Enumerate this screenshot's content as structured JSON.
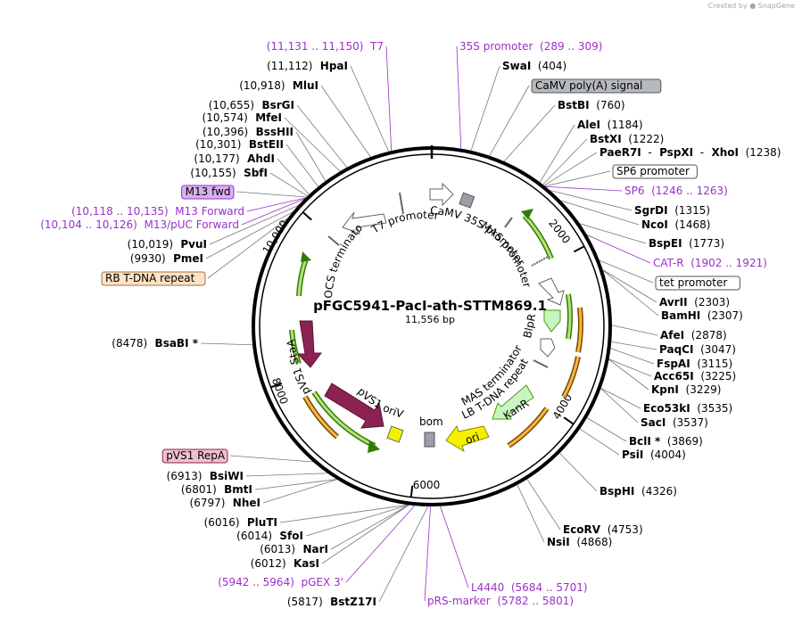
{
  "credit": {
    "prefix": "Created by",
    "brand": "SnapGene"
  },
  "plasmid": {
    "name": "pFGC5941-PacI-ath-STTM869.1",
    "size_label": "11,556 bp",
    "length": 11556
  },
  "colors": {
    "enzyme": "#000000",
    "primer": "#9b30c8",
    "arrow_green": "#4e9a06",
    "arrow_orange": "#c87800",
    "maroon": "#8b2252",
    "kanr": "#c8f5c0",
    "ori": "#f5f000",
    "grey": "#9aa0a6"
  },
  "ticks": [
    {
      "label": "2000",
      "pos": 2000
    },
    {
      "label": "4000",
      "pos": 4000
    },
    {
      "label": "6000",
      "pos": 6000
    },
    {
      "label": "8000",
      "pos": 8000
    },
    {
      "label": "10,000",
      "pos": 10000
    }
  ],
  "features_inner": [
    {
      "name": "OCS terminator",
      "pos": 10450
    },
    {
      "name": "T7 promoter",
      "pos": 11250
    },
    {
      "name": "CaMV 35S promoter",
      "pos": 560
    },
    {
      "name": "MAS promoter",
      "pos": 1550
    },
    {
      "name": "BlpR",
      "pos": 2700
    },
    {
      "name": "MAS terminator",
      "pos": 4700
    },
    {
      "name": "LB T-DNA repeat",
      "pos": 4950
    },
    {
      "name": "KanR",
      "pos": 4900
    },
    {
      "name": "ori",
      "pos": 5500
    },
    {
      "name": "bom",
      "pos": 6000
    },
    {
      "name": "pVS1 oriV",
      "pos": 6500
    },
    {
      "name": "pVS1 StaA",
      "pos": 7800
    }
  ],
  "labels_right": [
    {
      "id": "r0",
      "parts": [
        {
          "t": "35S promoter",
          "c": "primer"
        },
        {
          "t": "(289 .. 309)",
          "c": "primer"
        }
      ],
      "pos": 300
    },
    {
      "id": "r1",
      "parts": [
        {
          "t": "SwaI",
          "c": "bold"
        },
        {
          "t": "(404)",
          "c": "num"
        }
      ],
      "pos": 404
    },
    {
      "id": "r2",
      "parts": [
        {
          "t": "CaMV poly(A) signal",
          "c": "boxgrey"
        }
      ],
      "pos": 600
    },
    {
      "id": "r3",
      "parts": [
        {
          "t": "BstBI",
          "c": "bold"
        },
        {
          "t": "(760)",
          "c": "num"
        }
      ],
      "pos": 760
    },
    {
      "id": "r4",
      "parts": [
        {
          "t": "AleI",
          "c": "bold"
        },
        {
          "t": "(1184)",
          "c": "num"
        }
      ],
      "pos": 1184
    },
    {
      "id": "r5",
      "parts": [
        {
          "t": "BstXI",
          "c": "bold"
        },
        {
          "t": "(1222)",
          "c": "num"
        }
      ],
      "pos": 1222
    },
    {
      "id": "r6",
      "parts": [
        {
          "t": "PaeR7I",
          "c": "bold"
        },
        {
          "t": "-",
          "c": "num"
        },
        {
          "t": "PspXI",
          "c": "bold"
        },
        {
          "t": "-",
          "c": "num"
        },
        {
          "t": "XhoI",
          "c": "bold"
        },
        {
          "t": "(1238)",
          "c": "num"
        }
      ],
      "pos": 1238
    },
    {
      "id": "r7",
      "parts": [
        {
          "t": "SP6 promoter",
          "c": "boxwhite"
        }
      ],
      "pos": 1250
    },
    {
      "id": "r8",
      "parts": [
        {
          "t": "SP6",
          "c": "primer"
        },
        {
          "t": "(1246 .. 1263)",
          "c": "primer"
        }
      ],
      "pos": 1255
    },
    {
      "id": "r9",
      "parts": [
        {
          "t": "SgrDI",
          "c": "bold"
        },
        {
          "t": "(1315)",
          "c": "num"
        }
      ],
      "pos": 1315
    },
    {
      "id": "r10",
      "parts": [
        {
          "t": "NcoI",
          "c": "bold"
        },
        {
          "t": "(1468)",
          "c": "num"
        }
      ],
      "pos": 1468
    },
    {
      "id": "r11",
      "parts": [
        {
          "t": "BspEI",
          "c": "bold"
        },
        {
          "t": "(1773)",
          "c": "num"
        }
      ],
      "pos": 1773
    },
    {
      "id": "r12",
      "parts": [
        {
          "t": "CAT-R",
          "c": "primer"
        },
        {
          "t": "(1902 .. 1921)",
          "c": "primer"
        }
      ],
      "pos": 1910
    },
    {
      "id": "r13",
      "parts": [
        {
          "t": "tet promoter",
          "c": "boxwhite"
        }
      ],
      "pos": 2200
    },
    {
      "id": "r14",
      "parts": [
        {
          "t": "AvrII",
          "c": "bold"
        },
        {
          "t": "(2303)",
          "c": "num"
        }
      ],
      "pos": 2303
    },
    {
      "id": "r15",
      "parts": [
        {
          "t": "BamHI",
          "c": "bold"
        },
        {
          "t": "(2307)",
          "c": "num"
        }
      ],
      "pos": 2307
    },
    {
      "id": "r16",
      "parts": [
        {
          "t": "AfeI",
          "c": "bold"
        },
        {
          "t": "(2878)",
          "c": "num"
        }
      ],
      "pos": 2878
    },
    {
      "id": "r17",
      "parts": [
        {
          "t": "PaqCI",
          "c": "bold"
        },
        {
          "t": "(3047)",
          "c": "num"
        }
      ],
      "pos": 3047
    },
    {
      "id": "r18",
      "parts": [
        {
          "t": "FspAI",
          "c": "bold"
        },
        {
          "t": "(3115)",
          "c": "num"
        }
      ],
      "pos": 3115
    },
    {
      "id": "r19",
      "parts": [
        {
          "t": "Acc65I",
          "c": "bold"
        },
        {
          "t": "(3225)",
          "c": "num"
        }
      ],
      "pos": 3225
    },
    {
      "id": "r20",
      "parts": [
        {
          "t": "KpnI",
          "c": "bold"
        },
        {
          "t": "(3229)",
          "c": "num"
        }
      ],
      "pos": 3229
    },
    {
      "id": "r21",
      "parts": [
        {
          "t": "Eco53kI",
          "c": "bold"
        },
        {
          "t": "(3535)",
          "c": "num"
        }
      ],
      "pos": 3535
    },
    {
      "id": "r22",
      "parts": [
        {
          "t": "SacI",
          "c": "bold"
        },
        {
          "t": "(3537)",
          "c": "num"
        }
      ],
      "pos": 3537
    },
    {
      "id": "r23",
      "parts": [
        {
          "t": "BclI *",
          "c": "bold"
        },
        {
          "t": "(3869)",
          "c": "num"
        }
      ],
      "pos": 3869
    },
    {
      "id": "r24",
      "parts": [
        {
          "t": "PsiI",
          "c": "bold"
        },
        {
          "t": "(4004)",
          "c": "num"
        }
      ],
      "pos": 4004
    },
    {
      "id": "r25",
      "parts": [
        {
          "t": "BspHI",
          "c": "bold"
        },
        {
          "t": "(4326)",
          "c": "num"
        }
      ],
      "pos": 4326
    },
    {
      "id": "r26",
      "parts": [
        {
          "t": "EcoRV",
          "c": "bold"
        },
        {
          "t": "(4753)",
          "c": "num"
        }
      ],
      "pos": 4753
    },
    {
      "id": "r27",
      "parts": [
        {
          "t": "NsiI",
          "c": "bold"
        },
        {
          "t": "(4868)",
          "c": "num"
        }
      ],
      "pos": 4868
    },
    {
      "id": "r28",
      "parts": [
        {
          "t": "L4440",
          "c": "primer"
        },
        {
          "t": "(5684 .. 5701)",
          "c": "primer"
        }
      ],
      "pos": 5692
    },
    {
      "id": "r29",
      "parts": [
        {
          "t": "pRS-marker",
          "c": "primer"
        },
        {
          "t": "(5782 .. 5801)",
          "c": "primer"
        }
      ],
      "pos": 5791
    }
  ],
  "labels_left": [
    {
      "id": "l0",
      "parts": [
        {
          "t": "(11,131 .. 11,150)",
          "c": "primer"
        },
        {
          "t": "T7",
          "c": "primer"
        }
      ],
      "pos": 11140
    },
    {
      "id": "l1",
      "parts": [
        {
          "t": "(11,112)",
          "c": "num"
        },
        {
          "t": "HpaI",
          "c": "bold"
        }
      ],
      "pos": 11112
    },
    {
      "id": "l2",
      "parts": [
        {
          "t": "(10,918)",
          "c": "num"
        },
        {
          "t": "MluI",
          "c": "bold"
        }
      ],
      "pos": 10918
    },
    {
      "id": "l3",
      "parts": [
        {
          "t": "(10,655)",
          "c": "num"
        },
        {
          "t": "BsrGI",
          "c": "bold"
        }
      ],
      "pos": 10655
    },
    {
      "id": "l4",
      "parts": [
        {
          "t": "(10,574)",
          "c": "num"
        },
        {
          "t": "MfeI",
          "c": "bold"
        }
      ],
      "pos": 10574
    },
    {
      "id": "l5",
      "parts": [
        {
          "t": "(10,396)",
          "c": "num"
        },
        {
          "t": "BssHII",
          "c": "bold"
        }
      ],
      "pos": 10396
    },
    {
      "id": "l6",
      "parts": [
        {
          "t": "(10,301)",
          "c": "num"
        },
        {
          "t": "BstEII",
          "c": "bold"
        }
      ],
      "pos": 10301
    },
    {
      "id": "l7",
      "parts": [
        {
          "t": "(10,177)",
          "c": "num"
        },
        {
          "t": "AhdI",
          "c": "bold"
        }
      ],
      "pos": 10177
    },
    {
      "id": "l8",
      "parts": [
        {
          "t": "(10,155)",
          "c": "num"
        },
        {
          "t": "SbfI",
          "c": "bold"
        }
      ],
      "pos": 10155
    },
    {
      "id": "l9",
      "parts": [
        {
          "t": "M13 fwd",
          "c": "boxpurple"
        }
      ],
      "pos": 10140
    },
    {
      "id": "l10",
      "parts": [
        {
          "t": "(10,118 .. 10,135)",
          "c": "primer"
        },
        {
          "t": "M13 Forward",
          "c": "primer"
        }
      ],
      "pos": 10126
    },
    {
      "id": "l11",
      "parts": [
        {
          "t": "(10,104 .. 10,126)",
          "c": "primer"
        },
        {
          "t": "M13/pUC Forward",
          "c": "primer"
        }
      ],
      "pos": 10115
    },
    {
      "id": "l12",
      "parts": [
        {
          "t": "(10,019)",
          "c": "num"
        },
        {
          "t": "PvuI",
          "c": "bold"
        }
      ],
      "pos": 10019
    },
    {
      "id": "l13",
      "parts": [
        {
          "t": "(9930)",
          "c": "num"
        },
        {
          "t": "PmeI",
          "c": "bold"
        }
      ],
      "pos": 9930
    },
    {
      "id": "l14",
      "parts": [
        {
          "t": "RB T-DNA repeat",
          "c": "boxorange"
        }
      ],
      "pos": 9850
    },
    {
      "id": "l15",
      "parts": [
        {
          "t": "(8478)",
          "c": "num"
        },
        {
          "t": "BsaBI *",
          "c": "bold"
        }
      ],
      "pos": 8478
    },
    {
      "id": "l16",
      "parts": [
        {
          "t": "pVS1 RepA",
          "c": "boxpink"
        }
      ],
      "pos": 7100
    },
    {
      "id": "l17",
      "parts": [
        {
          "t": "(6913)",
          "c": "num"
        },
        {
          "t": "BsiWI",
          "c": "bold"
        }
      ],
      "pos": 6913
    },
    {
      "id": "l18",
      "parts": [
        {
          "t": "(6801)",
          "c": "num"
        },
        {
          "t": "BmtI",
          "c": "bold"
        }
      ],
      "pos": 6801
    },
    {
      "id": "l19",
      "parts": [
        {
          "t": "(6797)",
          "c": "num"
        },
        {
          "t": "NheI",
          "c": "bold"
        }
      ],
      "pos": 6797
    },
    {
      "id": "l20",
      "parts": [
        {
          "t": "(6016)",
          "c": "num"
        },
        {
          "t": "PluTI",
          "c": "bold"
        }
      ],
      "pos": 6016
    },
    {
      "id": "l21",
      "parts": [
        {
          "t": "(6014)",
          "c": "num"
        },
        {
          "t": "SfoI",
          "c": "bold"
        }
      ],
      "pos": 6014
    },
    {
      "id": "l22",
      "parts": [
        {
          "t": "(6013)",
          "c": "num"
        },
        {
          "t": "NarI",
          "c": "bold"
        }
      ],
      "pos": 6013
    },
    {
      "id": "l23",
      "parts": [
        {
          "t": "(6012)",
          "c": "num"
        },
        {
          "t": "KasI",
          "c": "bold"
        }
      ],
      "pos": 6012
    },
    {
      "id": "l24",
      "parts": [
        {
          "t": "(5942 .. 5964)",
          "c": "primer"
        },
        {
          "t": "pGEX 3'",
          "c": "primer"
        }
      ],
      "pos": 5953
    },
    {
      "id": "l25",
      "parts": [
        {
          "t": "(5817)",
          "c": "num"
        },
        {
          "t": "BstZ17I",
          "c": "bold"
        }
      ],
      "pos": 5817
    }
  ]
}
